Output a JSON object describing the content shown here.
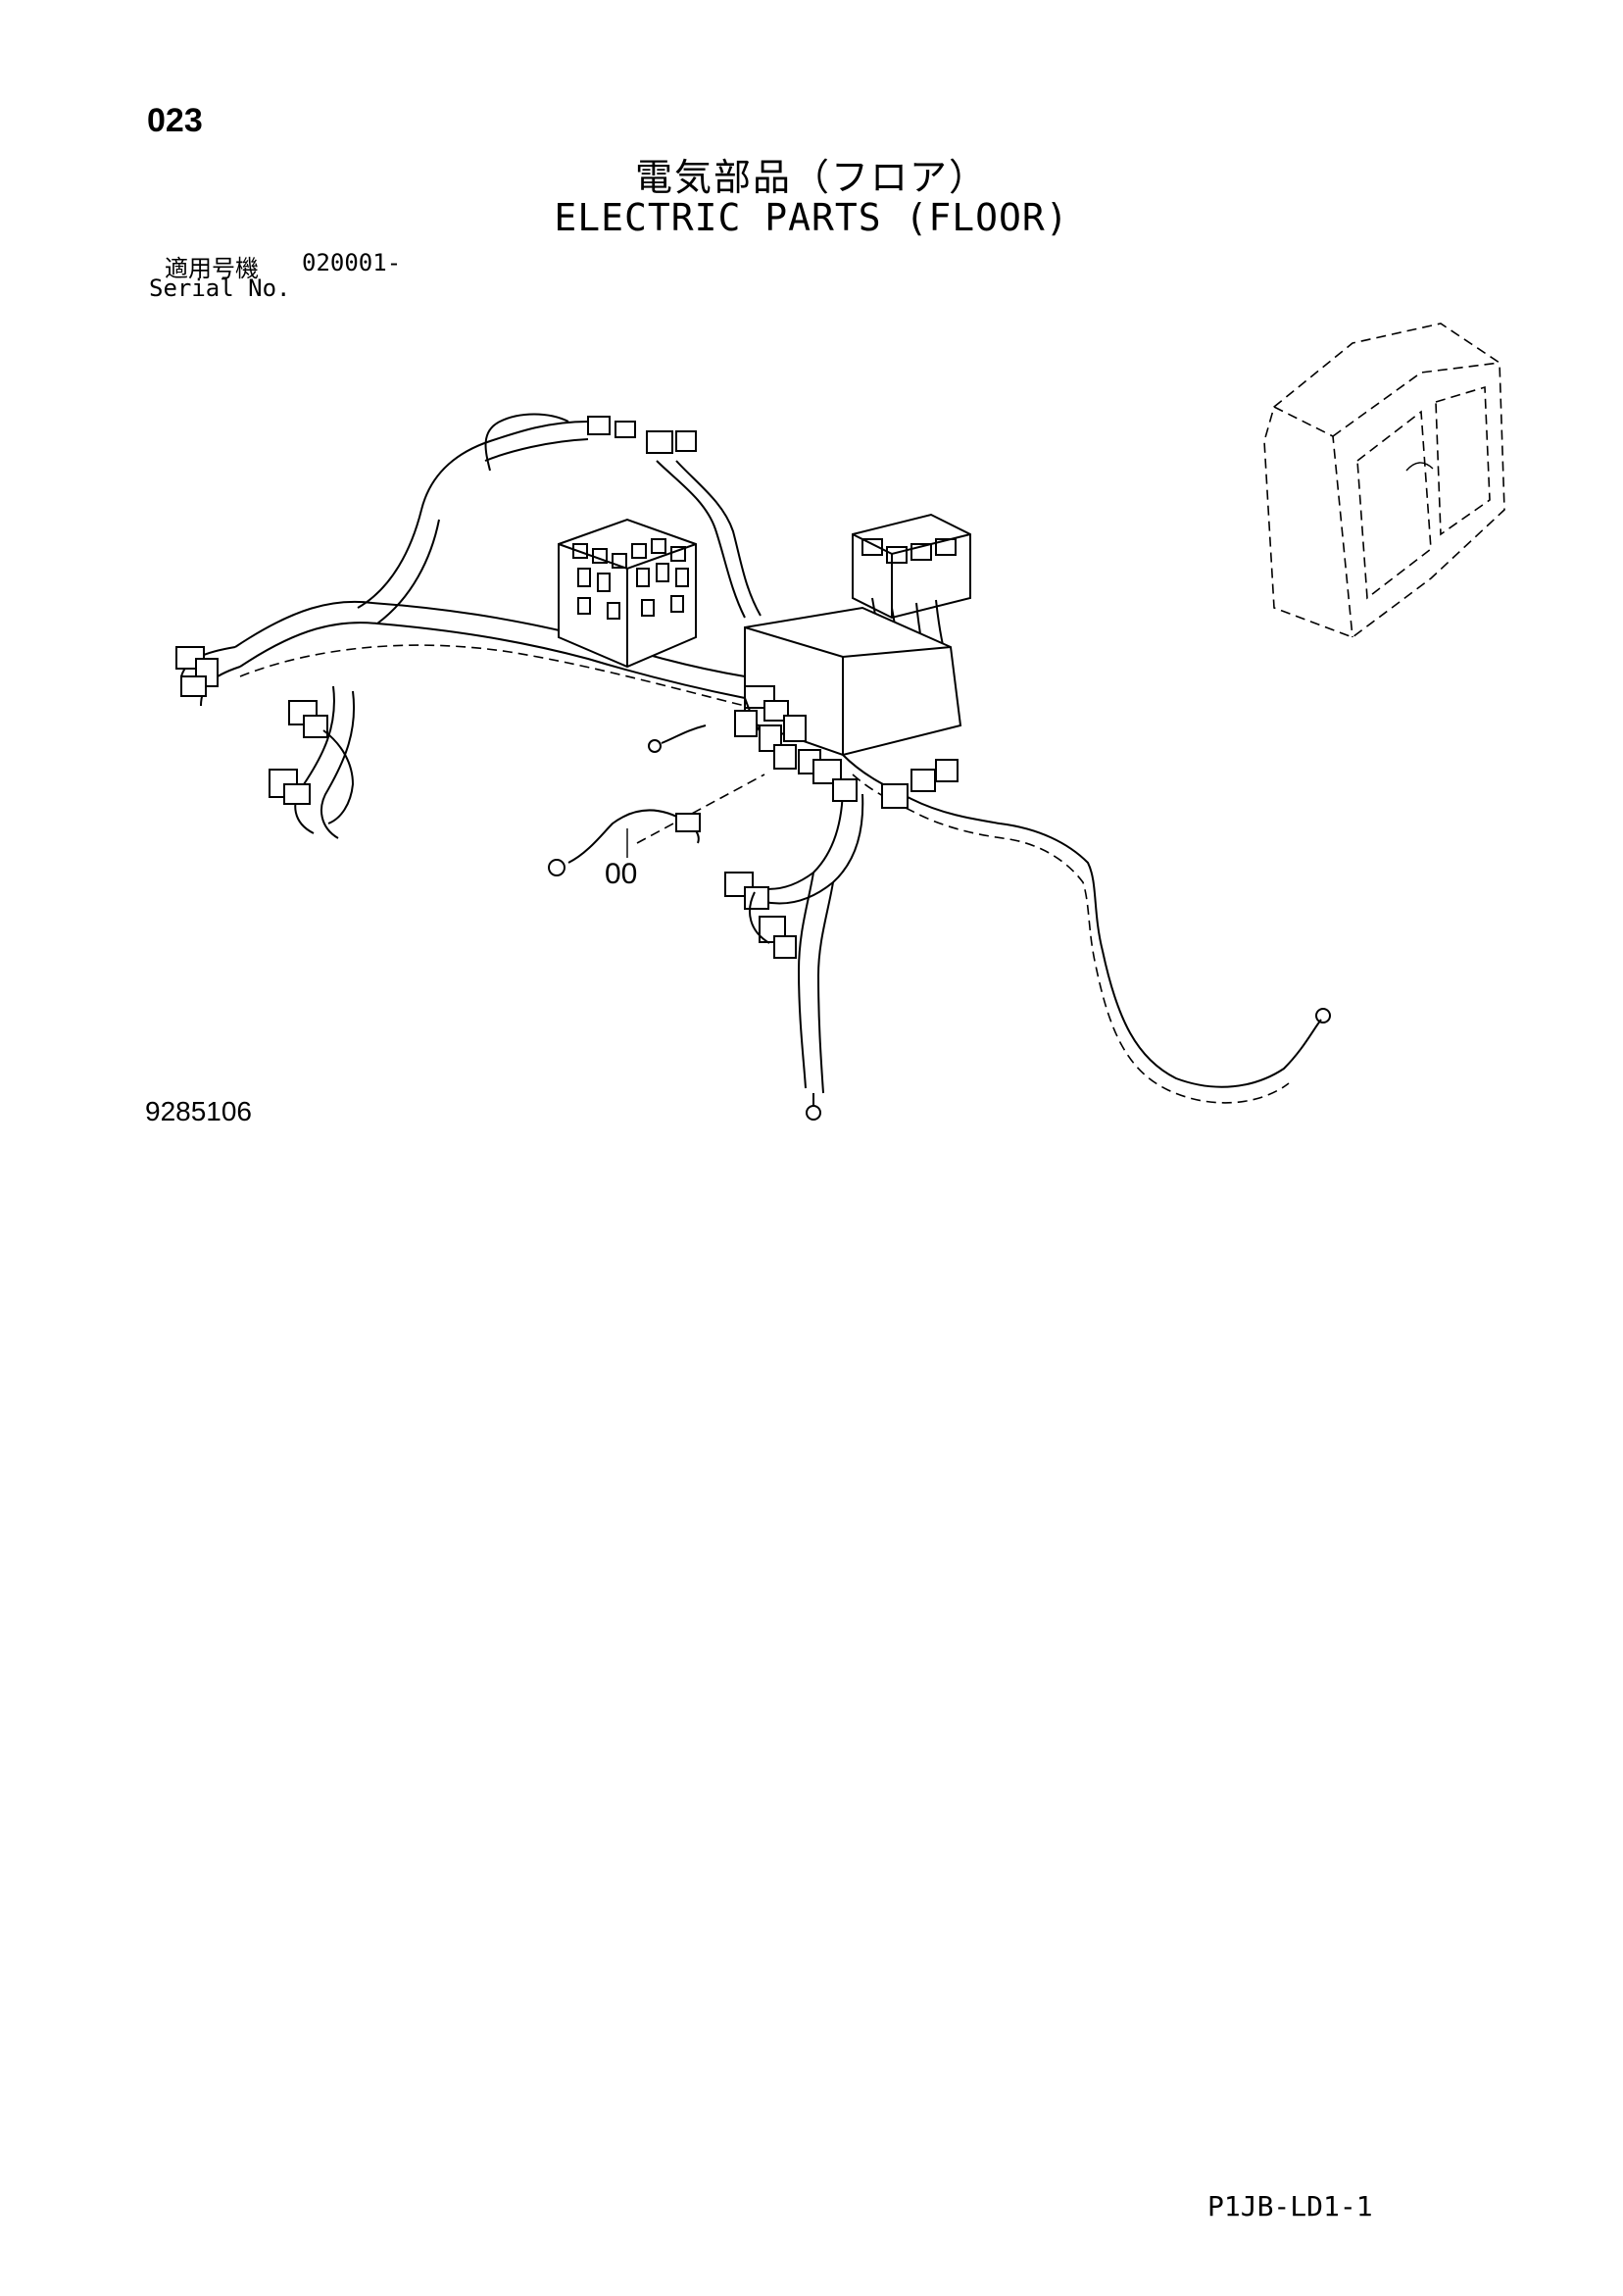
{
  "page_number": "023",
  "title_jp": "電気部品（フロア）",
  "title_en": "ELECTRIC PARTS (FLOOR)",
  "serial": {
    "label_jp": "適用号機",
    "value": "020001-",
    "label_en": "Serial No."
  },
  "callout": "00",
  "drawing_number": "9285106",
  "page_code": "P1JB-LD1-1"
}
